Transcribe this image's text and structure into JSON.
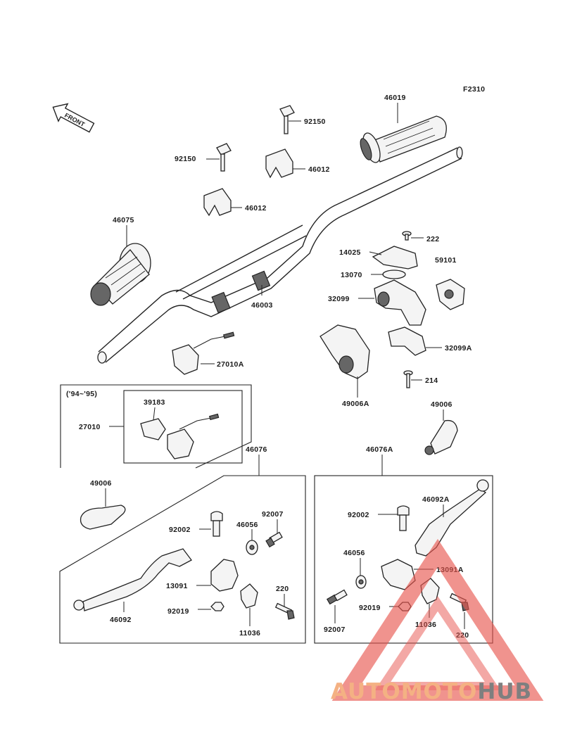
{
  "figure_code": "F2310",
  "front_label": "FRONT",
  "inset_years": "('94~'95)",
  "labels": {
    "p46019": "46019",
    "p92150a": "92150",
    "p92150b": "92150",
    "p46012a": "46012",
    "p46012b": "46012",
    "p46075": "46075",
    "p46003": "46003",
    "p27010a": "27010A",
    "p222": "222",
    "p14025": "14025",
    "p59101": "59101",
    "p13070": "13070",
    "p32099": "32099",
    "p32099a": "32099A",
    "p214": "214",
    "p49006a": "49006A",
    "p49006_right": "49006",
    "p39183": "39183",
    "p27010": "27010",
    "p46076": "46076",
    "p46076a": "46076A",
    "p49006_left": "49006",
    "p92002": "92002",
    "p46056": "46056",
    "p92007": "92007",
    "p13091": "13091",
    "p92019": "92019",
    "p220": "220",
    "p46092": "46092",
    "p11036": "11036",
    "p92002r": "92002",
    "p46092a": "46092A",
    "p46056r": "46056",
    "p13091a": "13091A",
    "p92019r": "92019",
    "p92007r": "92007",
    "p11036r": "11036",
    "p220r": "220"
  },
  "watermark": {
    "part1": "AUTOMOTO",
    "part2": "HUB",
    "color_part1": "#f4b183",
    "color_part2": "#7f7f7f",
    "triangle_color": "#e8554e"
  }
}
